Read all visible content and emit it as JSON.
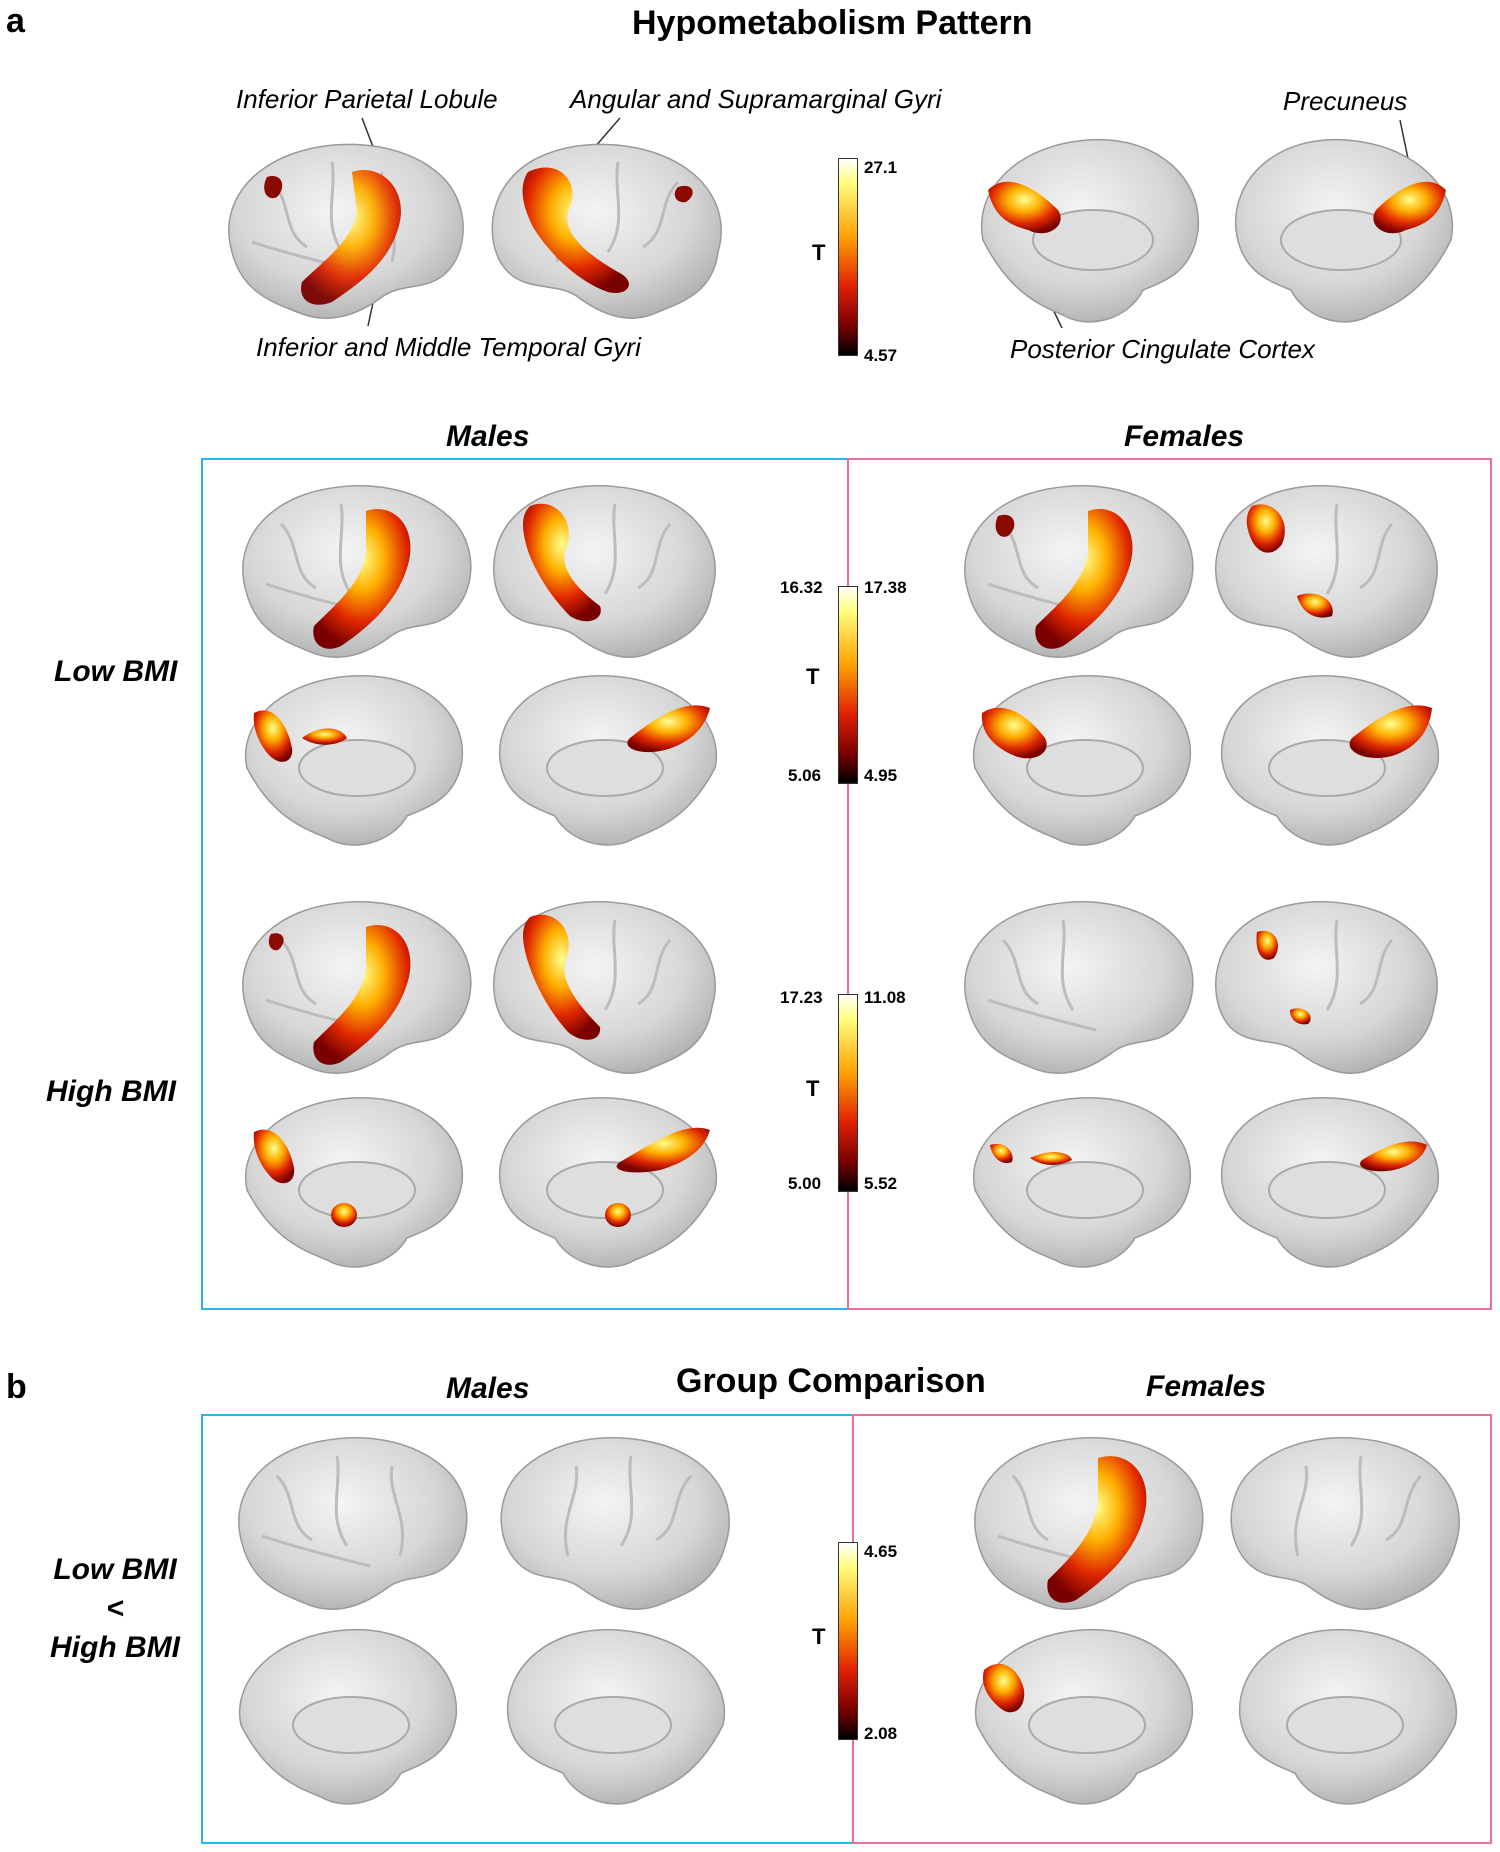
{
  "panel_a": {
    "letter": "a",
    "title": "Hypometabolism Pattern",
    "regions": {
      "inferior_parietal": "Inferior Parietal Lobule",
      "angular_supramarginal": "Angular and Supramarginal Gyri",
      "precuneus": "Precuneus",
      "inferior_middle_temporal": "Inferior and Middle Temporal Gyri",
      "posterior_cingulate": "Posterior Cingulate Cortex"
    },
    "top_colorbar": {
      "label": "T",
      "max": "27.1",
      "min": "4.57"
    },
    "groups": {
      "males": "Males",
      "females": "Females"
    },
    "rows": {
      "low_bmi": "Low BMI",
      "high_bmi": "High BMI"
    },
    "low_bmi_colorbar": {
      "label": "T",
      "left_max": "16.32",
      "right_max": "17.38",
      "left_min": "5.06",
      "right_min": "4.95"
    },
    "high_bmi_colorbar": {
      "label": "T",
      "left_max": "17.23",
      "right_max": "11.08",
      "left_min": "5.00",
      "right_min": "5.52"
    }
  },
  "panel_b": {
    "letter": "b",
    "title": "Group Comparison",
    "groups": {
      "males": "Males",
      "females": "Females"
    },
    "row_label": {
      "line1": "Low BMI",
      "line2": "<",
      "line3": "High BMI"
    },
    "colorbar": {
      "label": "T",
      "max": "4.65",
      "min": "2.08"
    }
  },
  "colors": {
    "male_box": "#29b6e6",
    "female_box": "#ee6e9a",
    "brain_base": "#d9d9d9",
    "hot_high": "#ffff99",
    "hot_mid": "#ff3c00",
    "hot_low": "#000000"
  }
}
